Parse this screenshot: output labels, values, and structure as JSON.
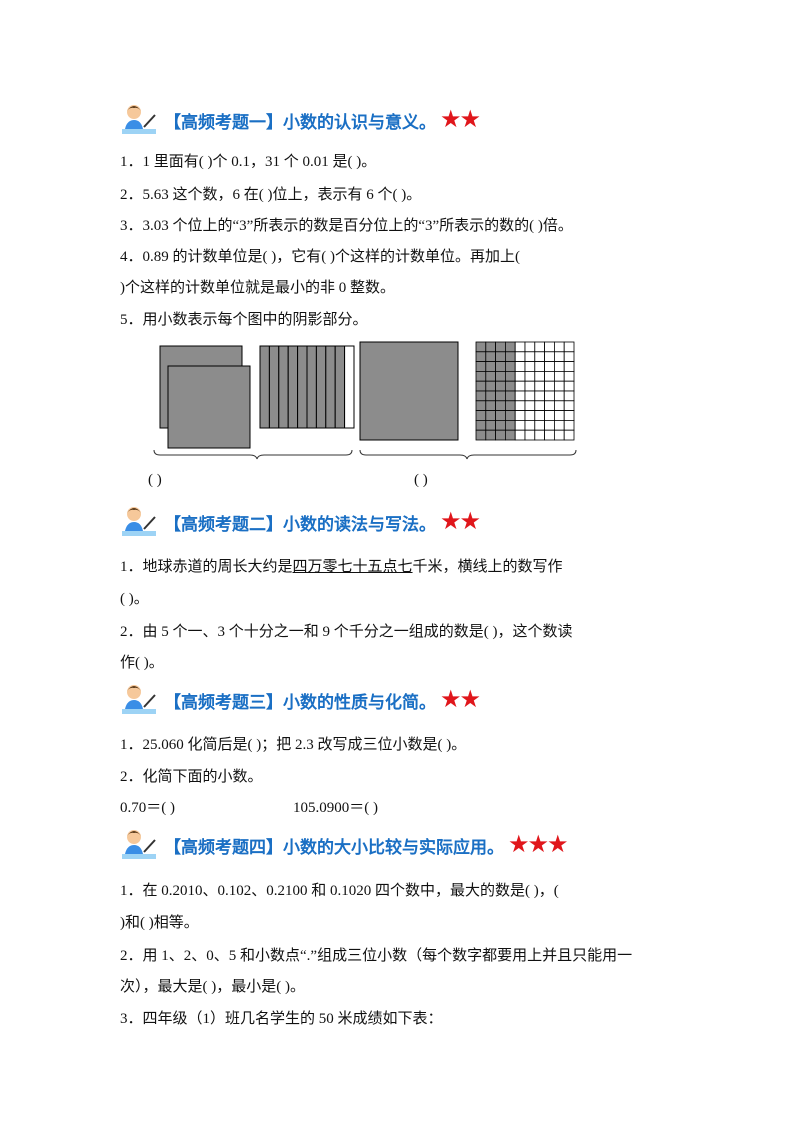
{
  "sections": [
    {
      "title": "【高频考题一】小数的认识与意义。",
      "stars": "★★"
    },
    {
      "title": "【高频考题二】小数的读法与写法。",
      "stars": "★★"
    },
    {
      "title": "【高频考题三】小数的性质与化简。",
      "stars": "★★"
    },
    {
      "title": "【高频考题四】小数的大小比较与实际应用。",
      "stars": "★★★"
    }
  ],
  "s1": {
    "q1": "1．1 里面有(          )个 0.1，31 个 0.01 是(            )。",
    "q2": "2．5.63 这个数，6 在(           )位上，表示有 6 个(            )。",
    "q3": "3．3.03 个位上的“3”所表示的数是百分位上的“3”所表示的数的(          )倍。",
    "q4a": "4．0.89 的计数单位是(            )，它有(            )个这样的计数单位。再加上(",
    "q4b": ")个这样的计数单位就是最小的非 0 整数。",
    "q5": "5．用小数表示每个图中的阴影部分。",
    "ans_left": "(            )",
    "ans_right": "(            )"
  },
  "s2": {
    "q1_pre": "1．地球赤道的周长大约是",
    "q1_underlined": "四万零七十五点七",
    "q1_post": "千米，横线上的数写作",
    "q1b": "(            )。",
    "q2a": "2．由 5 个一、3 个十分之一和 9 个千分之一组成的数是(            )，这个数读",
    "q2b": "作(            )。"
  },
  "s3": {
    "q1": "1．25.060 化简后是(            )；把 2.3 改写成三位小数是(            )。",
    "q2": "2．化简下面的小数。",
    "q2a": "0.70＝(            )",
    "q2b": "105.0900＝(            )"
  },
  "s4": {
    "q1a": "1．在 0.2010、0.102、0.2100 和 0.1020 四个数中，最大的数是(            )，(",
    "q1b": ")和(            )相等。",
    "q2a": "2．用 1、2、0、5 和小数点“.”组成三位小数（每个数字都要用上并且只能用一",
    "q2b": "次），最大是(            )，最小是(            )。",
    "q3": "3．四年级（1）班几名学生的 50 米成绩如下表："
  },
  "figures": {
    "strips_shaded": 9,
    "strips_total": 10,
    "grid_shaded_columns": 4,
    "grid_columns": 10,
    "grid_rows": 10
  },
  "colors": {
    "title": "#1a6fc4",
    "stars": "#e0161b",
    "shade": "#8c8c8c"
  }
}
